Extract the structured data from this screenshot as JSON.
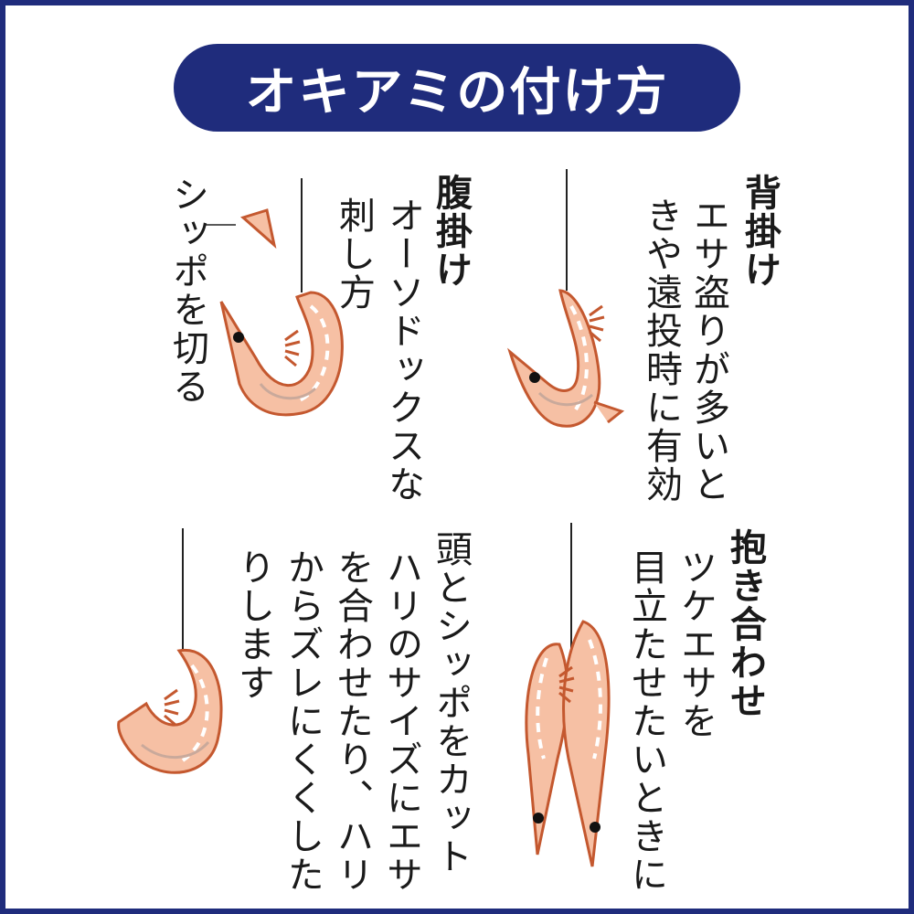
{
  "title": "オキアミの付け方",
  "colors": {
    "navy": "#1f2c7c",
    "shrimp_fill": "#f6c0a4",
    "shrimp_outline": "#c4582f",
    "shrimp_stripe": "#ffffff",
    "text": "#1a1a1a"
  },
  "sections": {
    "back_hook": {
      "heading": "背掛け",
      "lines": [
        "エサ盗りが多いと",
        "きや遠投時に有効"
      ]
    },
    "belly_hook": {
      "heading": "腹掛け",
      "lines": [
        "オーソドックスな",
        "刺し方"
      ]
    },
    "tail_cut": {
      "text": "シッポを切る"
    },
    "embrace": {
      "heading": "抱き合わせ",
      "lines": [
        "ツケエサを",
        "目立たせたいときに"
      ]
    },
    "head_tail": {
      "lines": [
        "頭とシッポをカット",
        "ハリのサイズにエサ",
        "を合わせたり、ハリ",
        "からズレにくくした",
        "りします"
      ]
    }
  }
}
